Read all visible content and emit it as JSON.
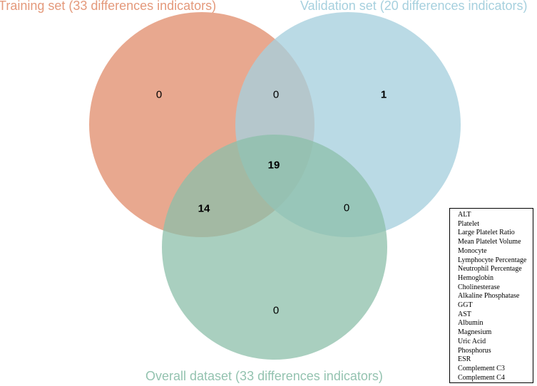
{
  "sets": {
    "training": {
      "label": "Training set (33 differences indicators)",
      "color": "#e4997b"
    },
    "validation": {
      "label": "Validation set (20 differences indicators)",
      "color": "#a6d0de"
    },
    "overall": {
      "label": "Overall dataset (33 differences indicators)",
      "color": "#94c3b0"
    }
  },
  "regions": {
    "training_only": "0",
    "validation_only": "1",
    "overall_only": "0",
    "training_validation": "0",
    "training_overall": "14",
    "validation_overall": "0",
    "all_three": "19"
  },
  "legend": {
    "items": [
      "ALT",
      "Platelet",
      "Large Platelet Ratio",
      "Mean Platelet Volume",
      "Monocyte",
      "Lymphocyte Percentage",
      "Neutrophil Percentage",
      "Hemoglobin",
      "Cholinesterase",
      "Alkaline Phosphatase",
      "GGT",
      "AST",
      "Albumin",
      "Magnesium",
      "Uric Acid",
      "Phosphorus",
      "ESR",
      "Complement C3",
      "Complement C4"
    ]
  }
}
